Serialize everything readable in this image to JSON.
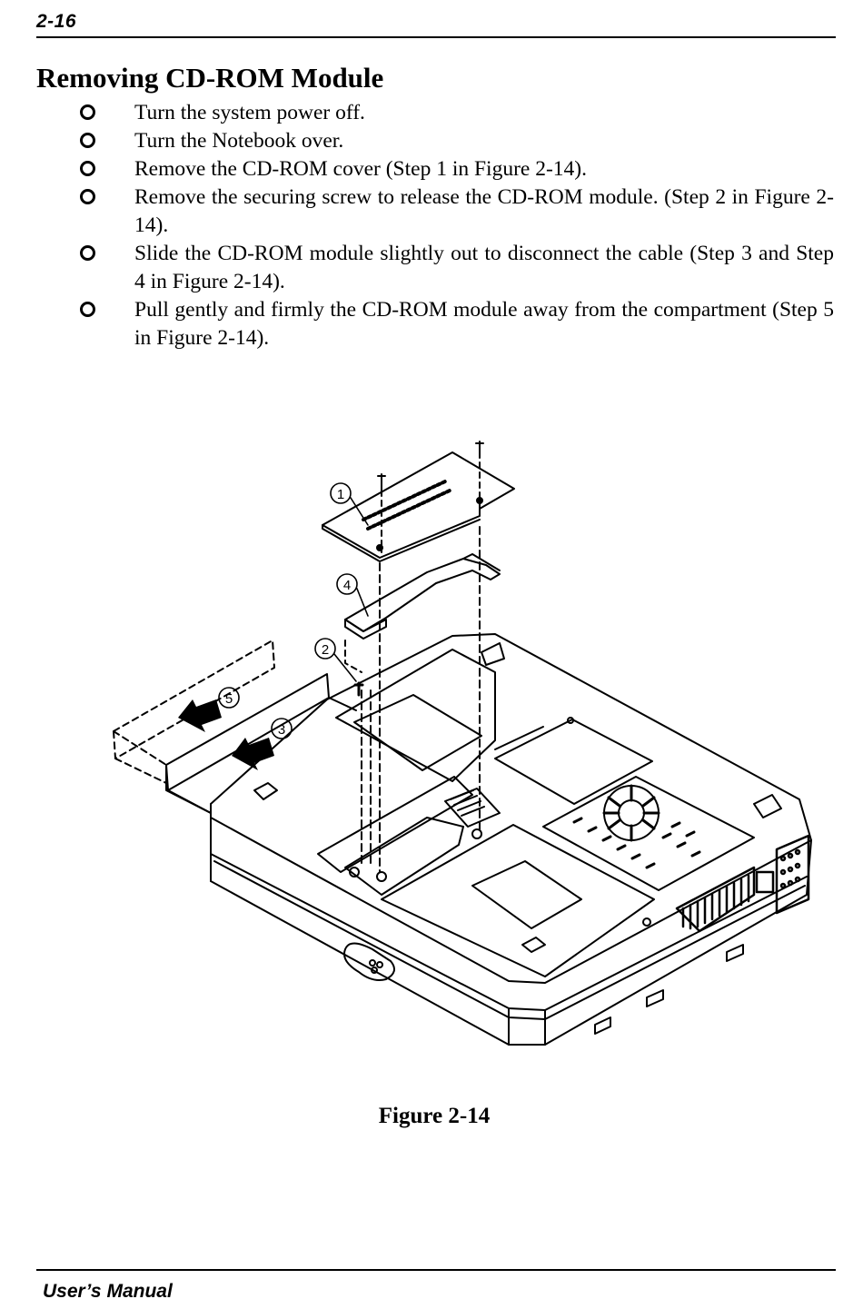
{
  "header": {
    "page_number": "2-16"
  },
  "section": {
    "title": "Removing CD-ROM Module",
    "steps": [
      "Turn the system power off.",
      "Turn the Notebook over.",
      "Remove the CD-ROM cover (Step 1 in Figure 2-14).",
      "Remove the securing screw to release the CD-ROM module. (Step 2 in Figure 2-14).",
      "Slide the CD-ROM module slightly out to disconnect the cable (Step 3 and Step 4 in Figure 2-14).",
      "Pull gently and firmly the CD-ROM module away from the compartment (Step 5 in Figure 2-14)."
    ]
  },
  "figure": {
    "caption": "Figure 2-14",
    "callouts": [
      "1",
      "2",
      "3",
      "4",
      "5"
    ]
  },
  "footer": {
    "title": "User’s Manual"
  }
}
